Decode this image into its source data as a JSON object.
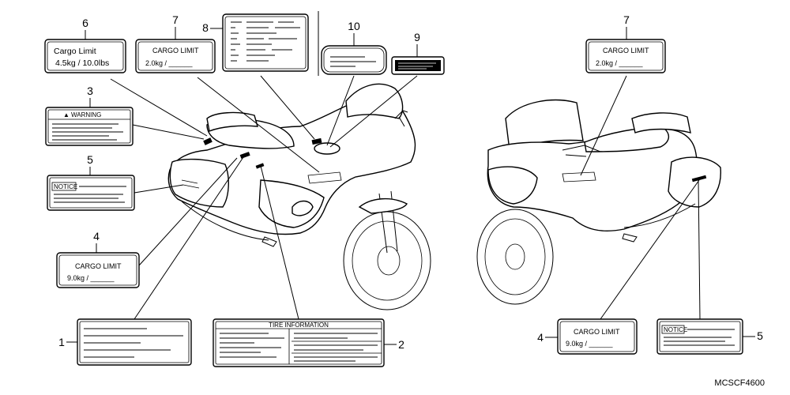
{
  "callouts": {
    "n1": "1",
    "n2": "2",
    "n3": "3",
    "n4_left": "4",
    "n4_right": "4",
    "n5_left": "5",
    "n5_right": "5",
    "n6": "6",
    "n7_left": "7",
    "n7_right": "7",
    "n8": "8",
    "n9": "9",
    "n10": "10"
  },
  "labels": {
    "cargo6_title": "Cargo Limit",
    "cargo6_value": "4.5kg  / 10.0lbs",
    "cargo7_title": "CARGO LIMIT",
    "cargo7_value": "2.0kg   / ______",
    "cargo4_title": "CARGO LIMIT",
    "cargo4_value": "9.0kg    / ______",
    "warning": "WARNING",
    "notice": "NOTICE",
    "tire_info": "TIRE INFORMATION"
  },
  "footer": {
    "code": "MCSCF4600"
  },
  "colors": {
    "line": "#000000",
    "background": "#ffffff"
  }
}
